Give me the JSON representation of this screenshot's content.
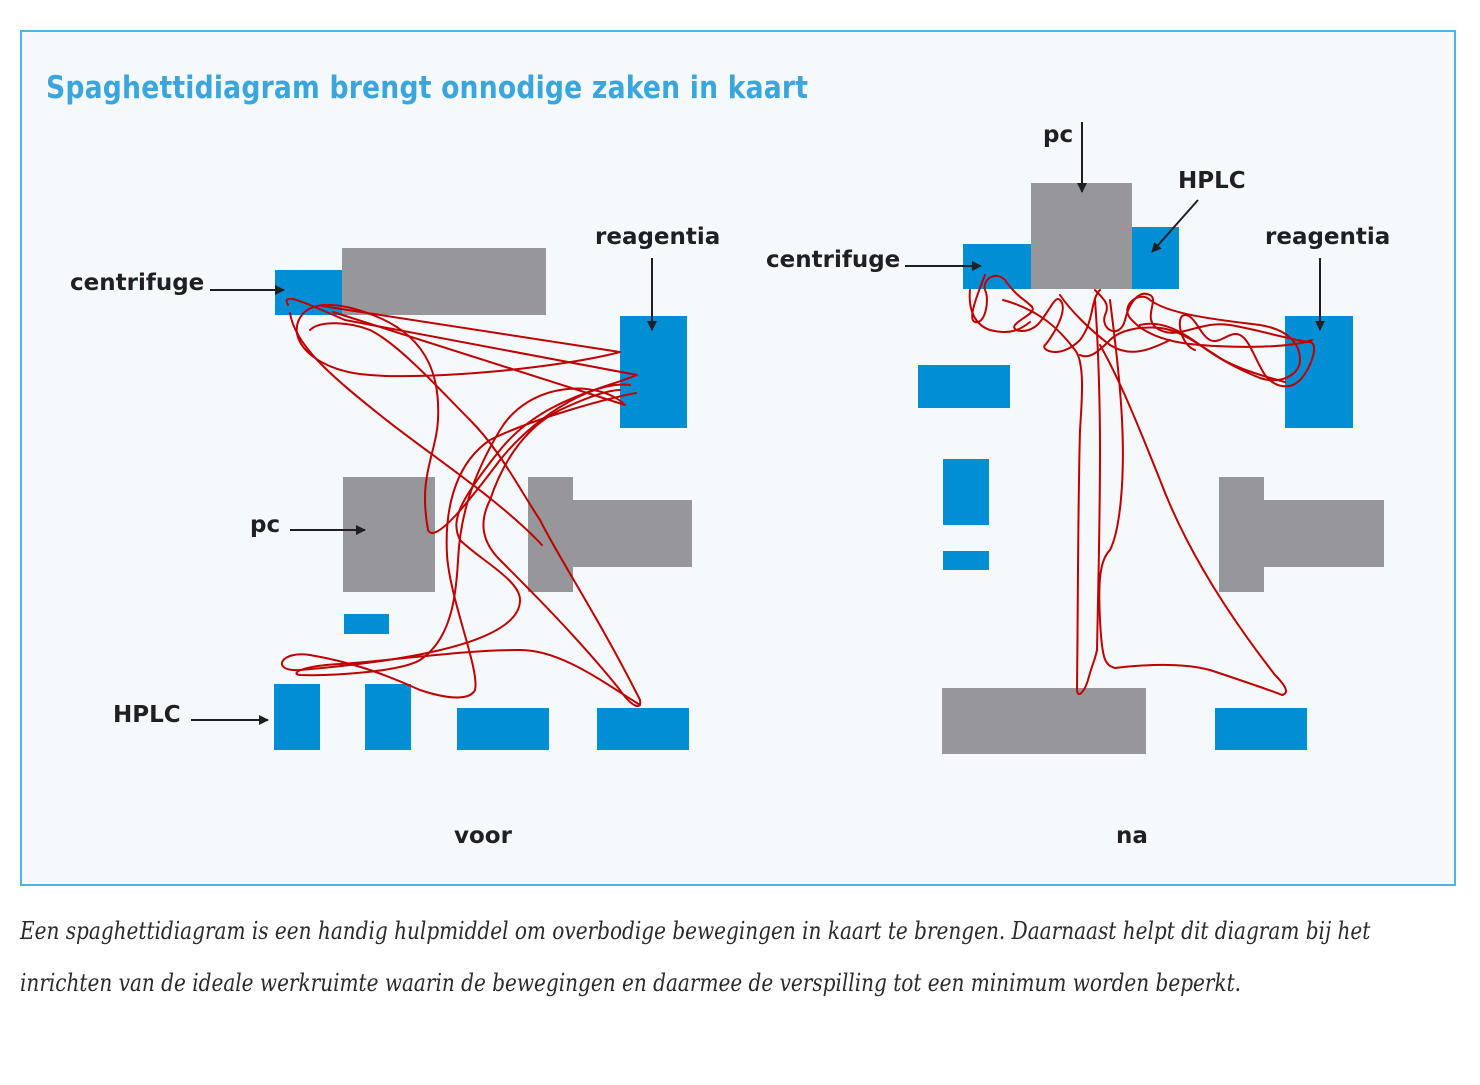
{
  "title": "Spaghettidiagram brengt onnodige zaken in kaart",
  "colors": {
    "frame_border": "#4fb3e8",
    "background": "#f5f9fc",
    "title": "#3aa6dd",
    "equipment_blue": "#008fd5",
    "furniture_gray": "#97969b",
    "movement_path": "#c00000",
    "label_text": "#1f1f24"
  },
  "panels": {
    "before": {
      "caption": "voor",
      "labels": {
        "centrifuge": "centrifuge",
        "reagentia": "reagentia",
        "pc": "pc",
        "hplc": "HPLC"
      }
    },
    "after": {
      "caption": "na",
      "labels": {
        "pc": "pc",
        "hplc": "HPLC",
        "centrifuge": "centrifuge",
        "reagentia": "reagentia"
      }
    }
  },
  "caption": "Een spaghettidiagram is een handig hulpmiddel om overbodige bewegingen in kaart te brengen. Daarnaast helpt dit diagram bij het inrichten van de ideale werkruimte waarin de bewegingen en daarmee de verspilling tot een minimum worden beperkt."
}
